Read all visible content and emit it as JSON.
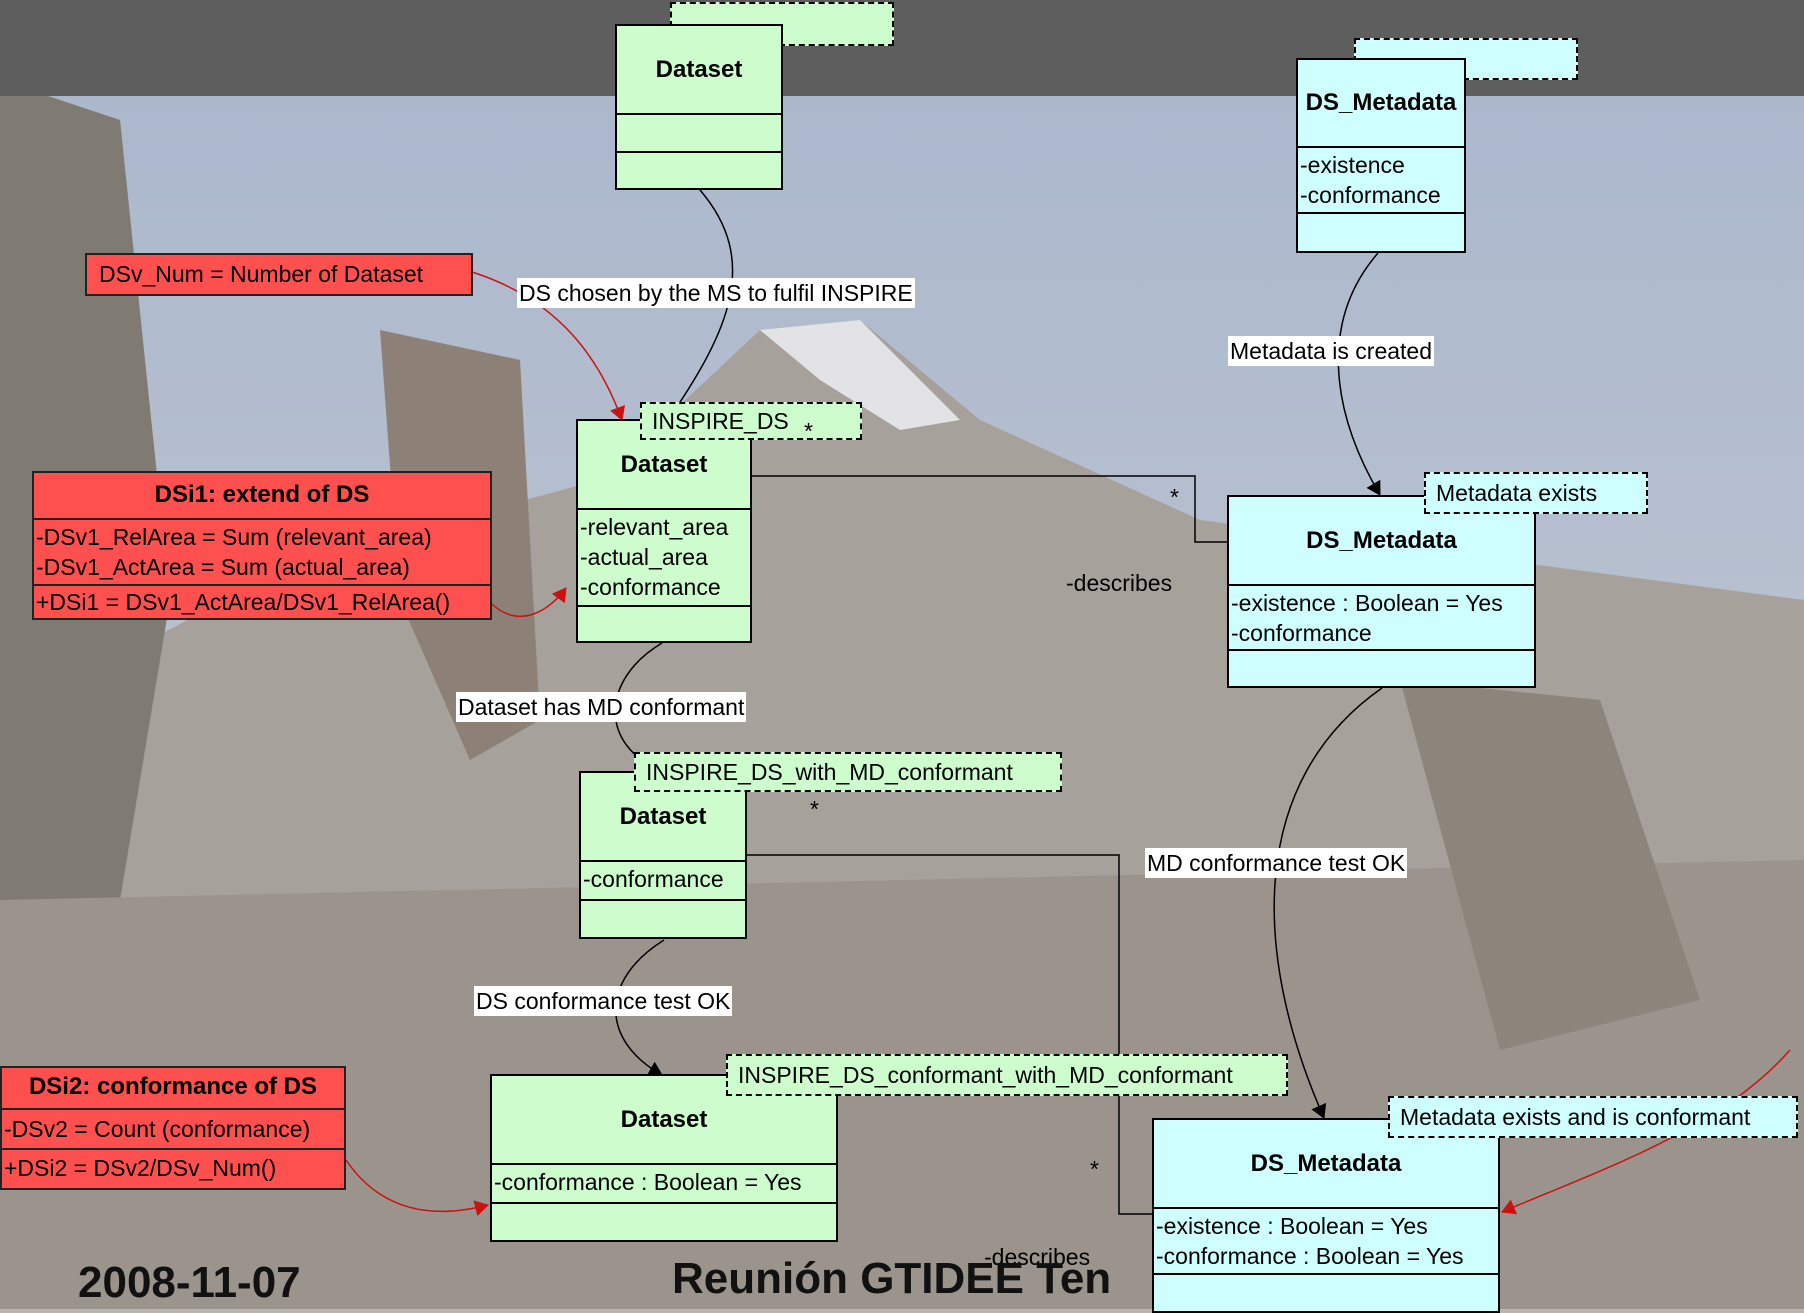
{
  "classes": {
    "top_dataset": {
      "name": "Dataset"
    },
    "top_metadata": {
      "name": "DS_Metadata",
      "attrs": [
        "-existence",
        "-conformance"
      ]
    },
    "inspire_dataset": {
      "name": "Dataset",
      "stereotype": "INSPIRE_DS",
      "attrs": [
        "-relevant_area",
        "-actual_area",
        "-conformance"
      ]
    },
    "metadata_exists": {
      "name": "DS_Metadata",
      "stereotype": "Metadata exists",
      "attrs": [
        "-existence : Boolean = Yes",
        "-conformance"
      ]
    },
    "md_conformant_dataset": {
      "name": "Dataset",
      "stereotype": "INSPIRE_DS_with_MD_conformant",
      "attrs": [
        "-conformance"
      ]
    },
    "conformant_dataset": {
      "name": "Dataset",
      "stereotype": "INSPIRE_DS_conformant_with_MD_conformant",
      "attrs": [
        "-conformance : Boolean = Yes"
      ]
    },
    "metadata_conformant": {
      "name": "DS_Metadata",
      "stereotype": "Metadata exists and is conformant",
      "attrs": [
        "-existence : Boolean = Yes",
        "-conformance : Boolean = Yes"
      ]
    }
  },
  "notes": {
    "dsv_num": "DSv_Num = Number of Dataset",
    "dsi1": {
      "title": "DSi1: extend of DS",
      "rows": [
        "-DSv1_RelArea = Sum (relevant_area)",
        "-DSv1_ActArea = Sum (actual_area)",
        "+DSi1 = DSv1_ActArea/DSv1_RelArea()"
      ]
    },
    "dsi2": {
      "title": "DSi2: conformance of DS",
      "rows": [
        "-DSv2 = Count (conformance)",
        "+DSi2 = DSv2/DSv_Num()"
      ]
    }
  },
  "transitions": {
    "chosen": "DS chosen by the MS to fulfil INSPIRE",
    "md_created": "Metadata is created",
    "has_md": "Dataset has MD conformant",
    "md_test": "MD conformance test OK",
    "ds_test": "DS conformance test OK"
  },
  "associations": {
    "describes_1": "-describes",
    "describes_2": "-describes",
    "mult_a": "*",
    "mult_b": "*",
    "mult_c": "*",
    "mult_d": "*"
  },
  "footer": {
    "date": "2008-11-07",
    "meeting": "Reunión GTIDEE Ten"
  },
  "colors": {
    "dataset_fill": "#cdfdcd",
    "metadata_fill": "#cffefe",
    "note_fill": "#ff5050",
    "arrow_red": "#cc1111"
  }
}
